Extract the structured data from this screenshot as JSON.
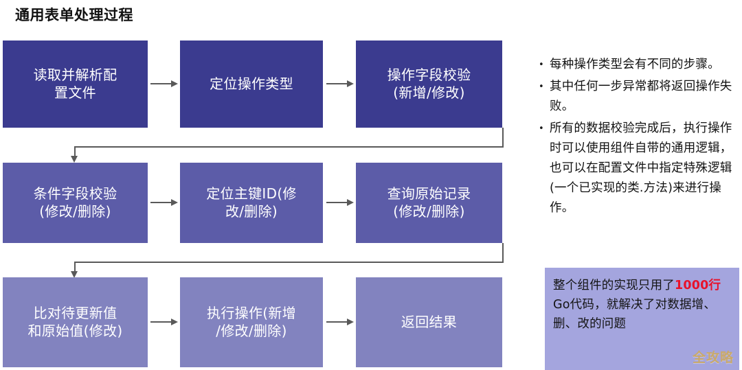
{
  "slide": {
    "title": "通用表单处理过程",
    "background": "#ffffff"
  },
  "colors": {
    "row1_box": "#3b3b8f",
    "row2_box": "#5c5ca8",
    "row3_box": "#8283bf",
    "callout_bg": "#a4a5de",
    "accent_red": "#e8122b",
    "arrow": "#595959",
    "watermark": "#c9a96b"
  },
  "flow": {
    "rows": [
      {
        "row_label": "row-1",
        "boxes": [
          {
            "id": "box-read-config",
            "text": "读取并解析配\n置文件"
          },
          {
            "id": "box-locate-op",
            "text": "定位操作类型"
          },
          {
            "id": "box-field-check",
            "text": "操作字段校验\n(新增/修改)"
          }
        ]
      },
      {
        "row_label": "row-2",
        "boxes": [
          {
            "id": "box-cond-check",
            "text": "条件字段校验\n(修改/删除)"
          },
          {
            "id": "box-locate-pk",
            "text": "定位主键ID(修\n改/删除)"
          },
          {
            "id": "box-query-origin",
            "text": "查询原始记录\n(修改/删除)"
          }
        ]
      },
      {
        "row_label": "row-3",
        "boxes": [
          {
            "id": "box-compare",
            "text": "比对待更新值\n和原始值(修改)"
          },
          {
            "id": "box-execute",
            "text": "执行操作(新增\n/修改/删除)"
          },
          {
            "id": "box-return",
            "text": "返回结果"
          }
        ]
      }
    ]
  },
  "bullets": [
    {
      "marker": "•",
      "text": "每种操作类型会有不同的步骤。"
    },
    {
      "marker": "•",
      "text": "其中任何一步异常都将返回操作失败。"
    },
    {
      "marker": "•",
      "text": "所有的数据校验完成后，执行操作时可以使用组件自带的通用逻辑，也可以在配置文件中指定特殊逻辑(一个已实现的类.方法)来进行操作。"
    }
  ],
  "callout": {
    "lead": "整个组件的实现只用了",
    "accent": "1000行",
    "tail": "Go代码，就解决了对数据增、删、改的问题"
  },
  "watermark": {
    "text": "全攻略"
  }
}
